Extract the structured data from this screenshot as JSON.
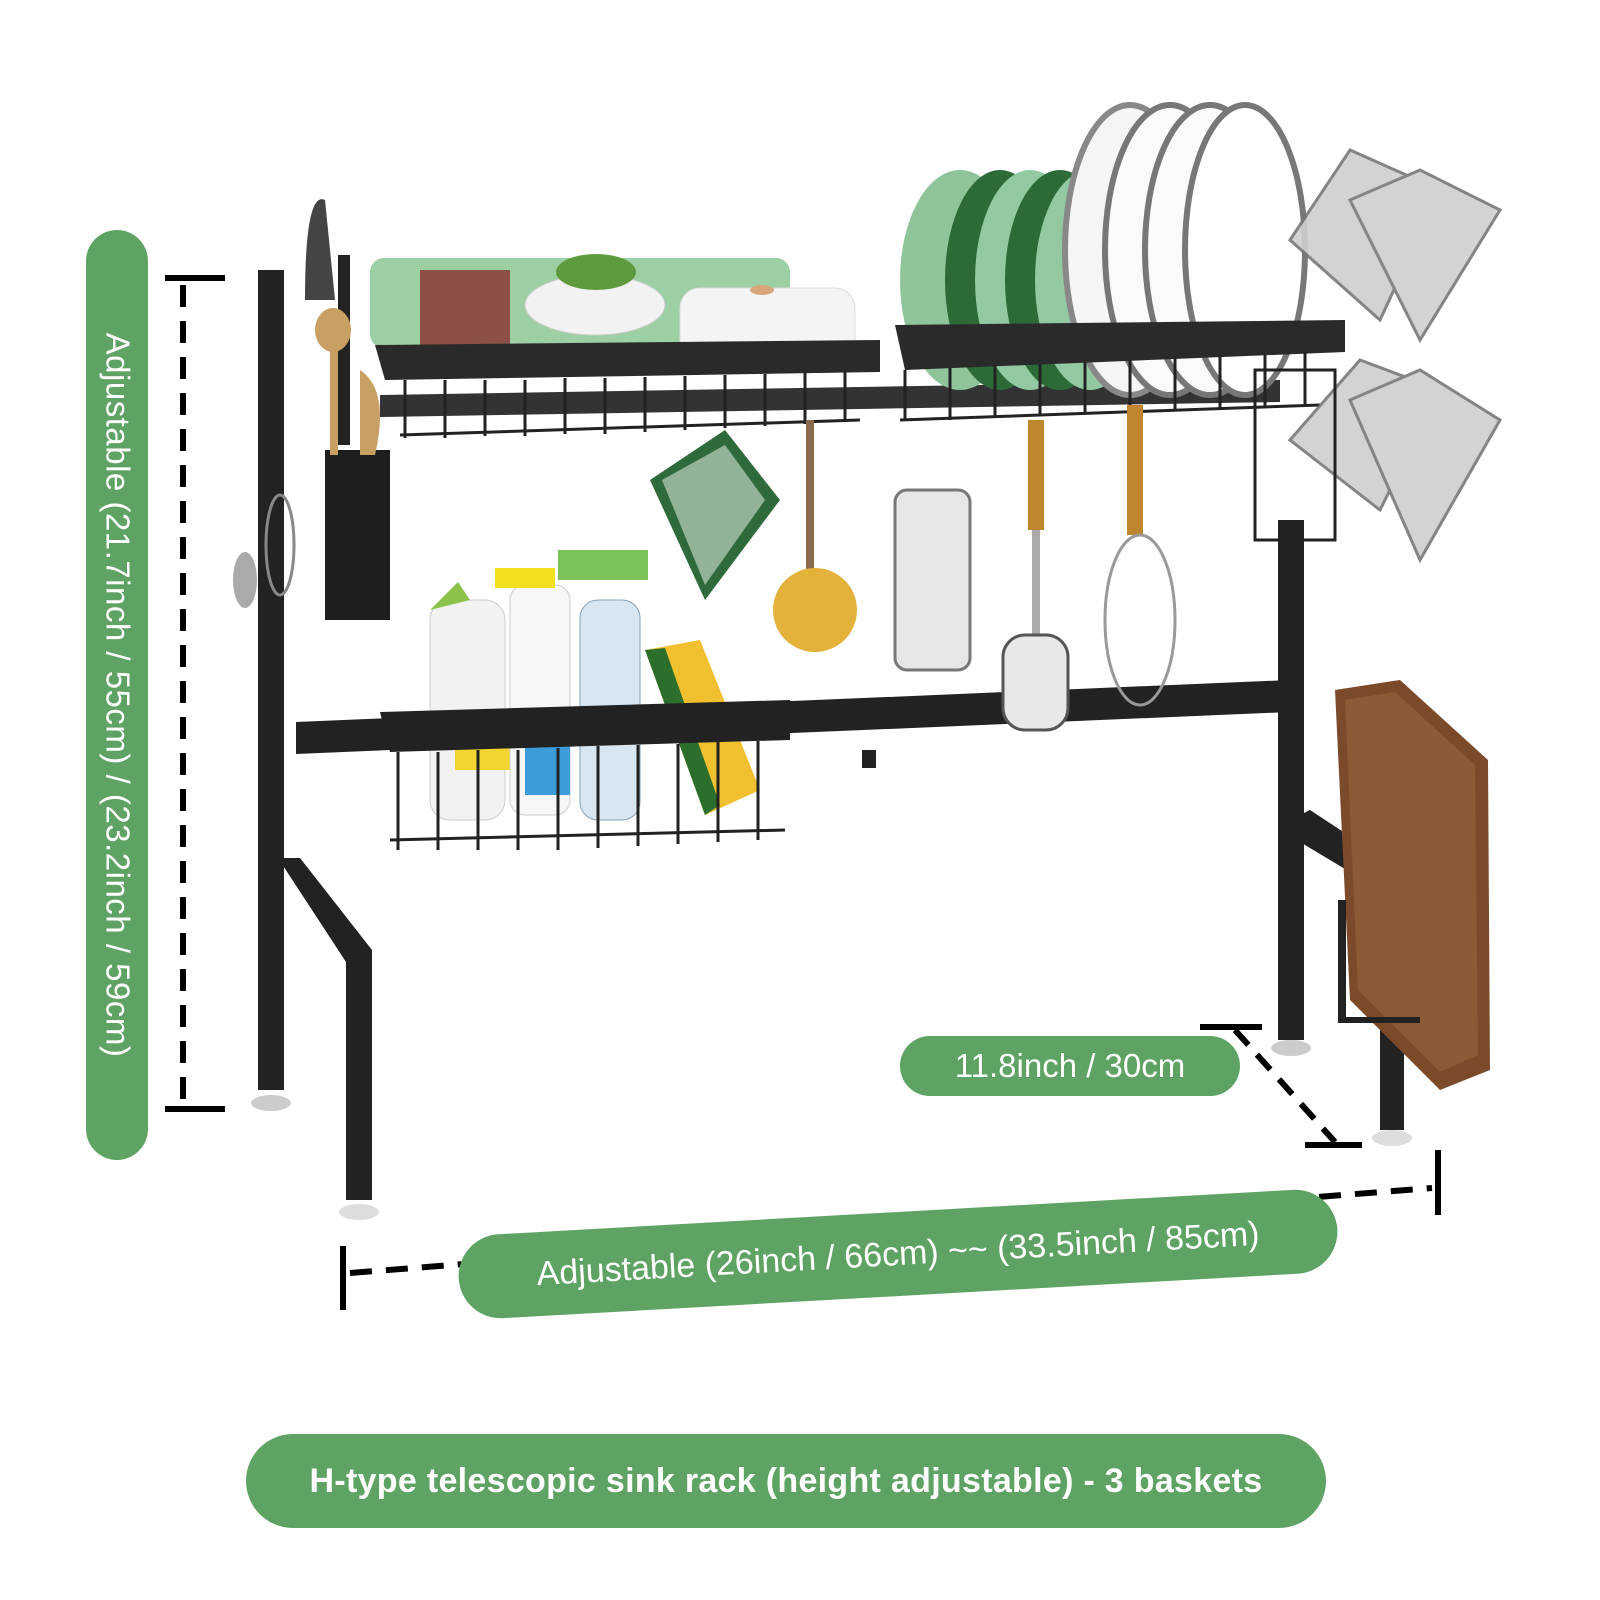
{
  "product": {
    "title": "H-type telescopic sink rack (height adjustable) - 3 baskets",
    "accent_color": "#5fa364",
    "frame_color": "#1f1f1f"
  },
  "dimensions": {
    "height_label": "Adjustable (21.7inch / 55cm) / (23.2inch / 59cm)",
    "depth_label": "11.8inch / 30cm",
    "width_label": "Adjustable (26inch / 66cm) ~~ (33.5inch / 85cm)"
  },
  "items": {
    "top_left_basket": [
      "green bowls",
      "glass jar",
      "avocado",
      "white plates",
      "white pot with lid"
    ],
    "top_right_basket": [
      "green plates",
      "white plates"
    ],
    "side_holders": [
      "cutting board",
      "glass cups",
      "utensil holder",
      "knives"
    ],
    "hanging_tools": [
      "pot holder",
      "scrub brush",
      "grater",
      "spatula",
      "whisk"
    ],
    "bottom_basket": [
      "detergent bottle",
      "spray bottles",
      "dish soap",
      "sponge"
    ]
  }
}
